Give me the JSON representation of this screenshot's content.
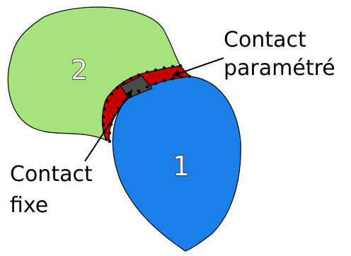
{
  "diagram": {
    "regions": [
      {
        "id": "1",
        "label": "1",
        "color": "#1a7fe8"
      },
      {
        "id": "2",
        "label": "2",
        "color": "#a6e37c"
      }
    ],
    "contact_colors": {
      "parametrized": "#c40000",
      "fixed": "#4a4a4a"
    },
    "labels": {
      "contact_param_line1": "Contact",
      "contact_param_line2": "paramétré",
      "contact_fixed_line1": "Contact",
      "contact_fixed_line2": "fixe"
    }
  }
}
